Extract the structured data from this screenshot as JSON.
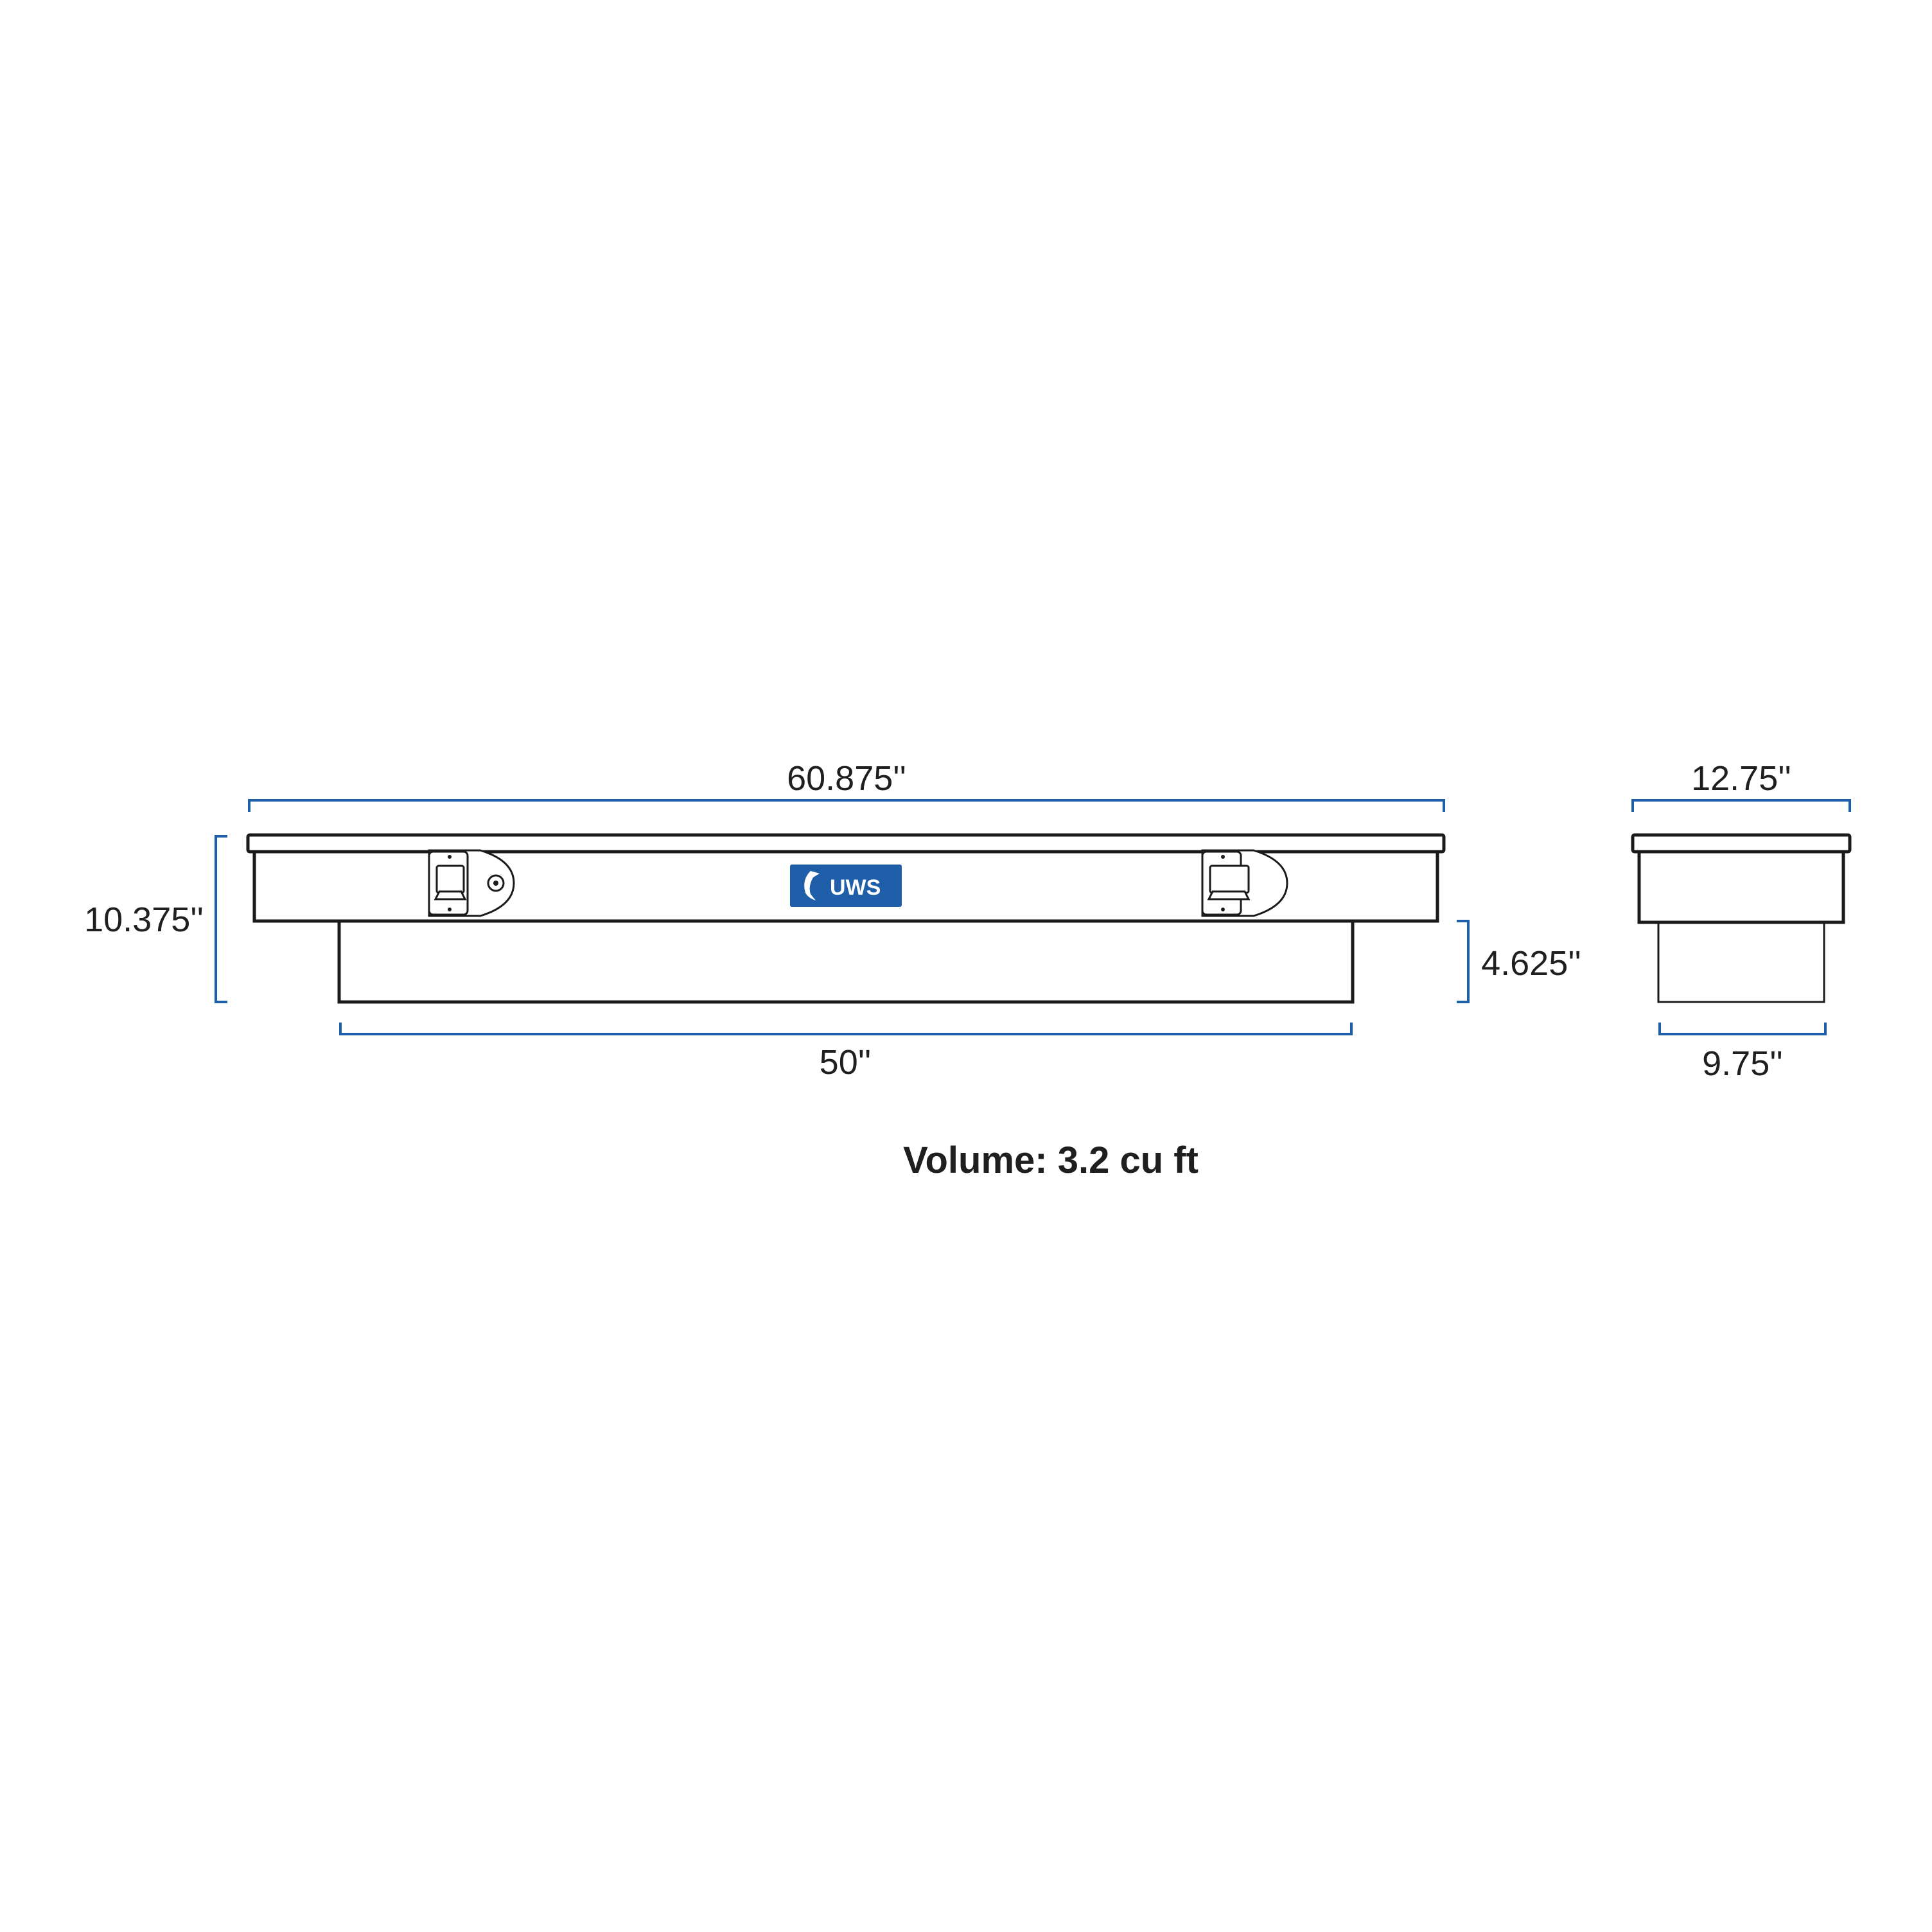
{
  "colors": {
    "dimension_line": "#1f5ea8",
    "outline": "#1a1a1a",
    "logo_background": "#1f5ea8",
    "text": "#1f1f1f"
  },
  "logo": {
    "icon": "marlin-fish-icon",
    "text": "UWS"
  },
  "front_view": {
    "overall_width_label": "60.875''",
    "overall_height_label": "10.375''",
    "lower_depth_label": "4.625''",
    "lower_width_label": "50''"
  },
  "side_view": {
    "top_width_label": "12.75''",
    "bottom_width_label": "9.75''"
  },
  "volume_label": "Volume: 3.2 cu ft"
}
